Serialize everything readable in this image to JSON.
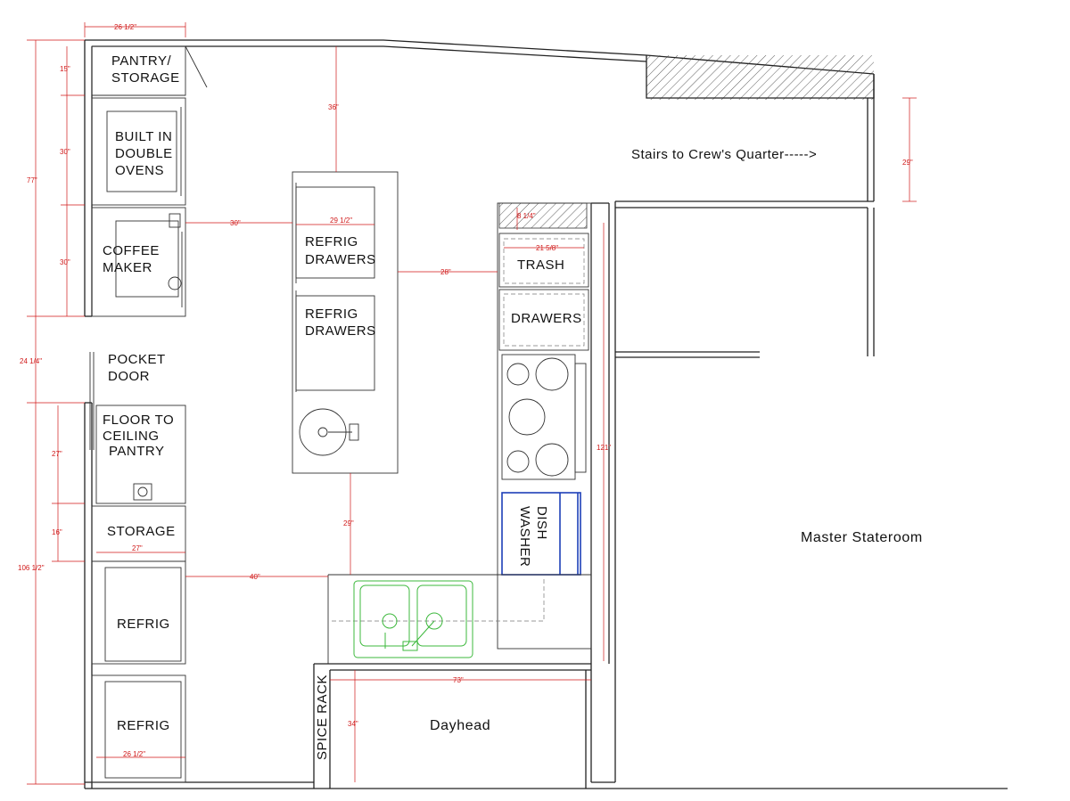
{
  "rooms": {
    "pantry_storage": [
      "PANTRY/",
      "STORAGE"
    ],
    "ovens": [
      "BUILT IN",
      "DOUBLE",
      "OVENS"
    ],
    "coffee": [
      "COFFEE",
      "MAKER"
    ],
    "refrig_drawers_1": [
      "REFRIG",
      "DRAWERS"
    ],
    "refrig_drawers_2": [
      "REFRIG",
      "DRAWERS"
    ],
    "stairs": "Stairs to Crew's Quarter----->",
    "trash": "TRASH",
    "drawers": "DRAWERS",
    "pocket_door": [
      "POCKET",
      "DOOR"
    ],
    "pantry_full": [
      "FLOOR TO",
      "CEILING",
      "PANTRY"
    ],
    "storage": "STORAGE",
    "refrig_1": "REFRIG",
    "refrig_2": "REFRIG",
    "dishwasher": [
      "DISH",
      "WASHER"
    ],
    "master": "Master Stateroom",
    "dayhead": "Dayhead",
    "spice": "SPICE RACK"
  },
  "dimensions": {
    "top_width": "26 1/2\"",
    "bottom_width": "26 1/2\"",
    "overall_upper": "77\"",
    "pantry_h": "15\"",
    "ovens_h": "30\"",
    "coffee_h": "30\"",
    "door_gap": "24 1/4\"",
    "overall_lower": "106 1/2\"",
    "pantry_full_h": "27\"",
    "storage_h": "16\"",
    "storage_w": "27\"",
    "island_clear_top": "36\"",
    "coffee_to_island": "30\"",
    "island_w": "29 1/2\"",
    "island_to_counter": "28\"",
    "stair_h": "29\"",
    "counter_offset": "8 1/4\"",
    "trash_w": "21 5/8\"",
    "counter_run": "121\"",
    "island_to_sink": "29\"",
    "refrig_to_sink": "40\"",
    "dayhead_w": "73\"",
    "dayhead_h": "34\""
  }
}
